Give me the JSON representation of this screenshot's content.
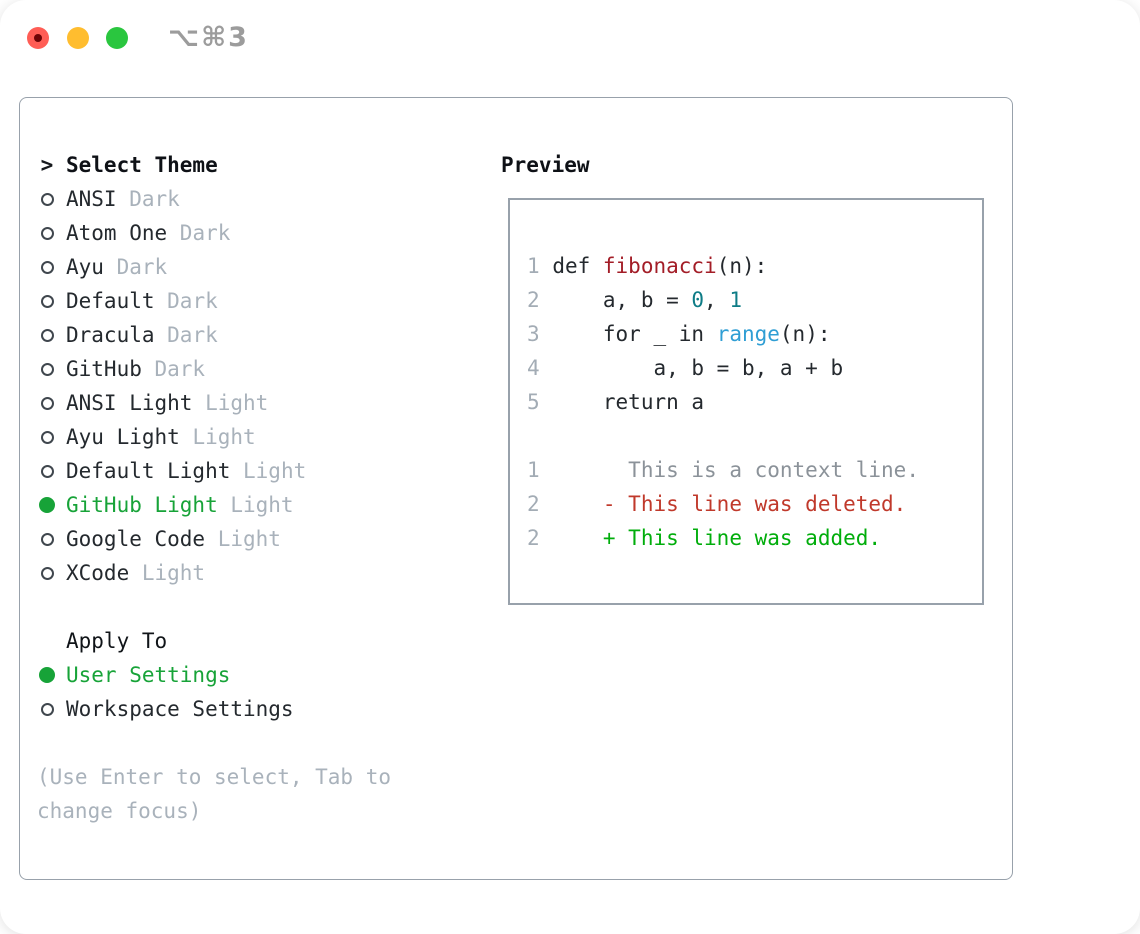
{
  "window": {
    "title": "⌥⌘3",
    "traffic_lights": [
      "close",
      "minimize",
      "zoom"
    ]
  },
  "colors": {
    "accent_green": "#17a338",
    "added_green": "#00ad0b",
    "deleted_red": "#c0392b",
    "function_red": "#a31d27",
    "number_teal": "#0e7c86",
    "builtin_blue": "#2f9ed4",
    "text_dark": "#24292e",
    "muted_gray": "#a9b2bb",
    "context_gray": "#8b9299",
    "line_number_gray": "#a3acb5",
    "border_gray": "#98a1ab",
    "traffic_red": "#ff5d55",
    "traffic_yellow": "#ffbd2f",
    "traffic_green": "#2ac63f"
  },
  "sidebar": {
    "prompt": ">",
    "heading": "Select Theme",
    "themes": [
      {
        "label": "ANSI",
        "variant": "Dark",
        "selected": false
      },
      {
        "label": "Atom One",
        "variant": "Dark",
        "selected": false
      },
      {
        "label": "Ayu",
        "variant": "Dark",
        "selected": false
      },
      {
        "label": "Default",
        "variant": "Dark",
        "selected": false
      },
      {
        "label": "Dracula",
        "variant": "Dark",
        "selected": false
      },
      {
        "label": "GitHub",
        "variant": "Dark",
        "selected": false
      },
      {
        "label": "ANSI Light",
        "variant": "Light",
        "selected": false
      },
      {
        "label": "Ayu Light",
        "variant": "Light",
        "selected": false
      },
      {
        "label": "Default Light",
        "variant": "Light",
        "selected": false
      },
      {
        "label": "GitHub Light",
        "variant": "Light",
        "selected": true
      },
      {
        "label": "Google Code",
        "variant": "Light",
        "selected": false
      },
      {
        "label": "XCode",
        "variant": "Light",
        "selected": false
      }
    ],
    "apply_to": {
      "heading": "Apply To",
      "options": [
        {
          "label": "User Settings",
          "selected": true
        },
        {
          "label": "Workspace Settings",
          "selected": false
        }
      ]
    },
    "hint_lines": [
      "(Use Enter to select, Tab to",
      "change focus)"
    ]
  },
  "preview": {
    "heading": "Preview",
    "code_lines": [
      {
        "number": "1",
        "segments": [
          {
            "text": "def ",
            "color": "code"
          },
          {
            "text": "fibonacci",
            "color": "function"
          },
          {
            "text": "(n):",
            "color": "code"
          }
        ]
      },
      {
        "number": "2",
        "segments": [
          {
            "text": "    a, b = ",
            "color": "code"
          },
          {
            "text": "0",
            "color": "number"
          },
          {
            "text": ", ",
            "color": "code"
          },
          {
            "text": "1",
            "color": "number"
          }
        ]
      },
      {
        "number": "3",
        "segments": [
          {
            "text": "    for _ in ",
            "color": "code"
          },
          {
            "text": "range",
            "color": "builtin"
          },
          {
            "text": "(n):",
            "color": "code"
          }
        ]
      },
      {
        "number": "4",
        "segments": [
          {
            "text": "        a, b = b, a + b",
            "color": "code"
          }
        ]
      },
      {
        "number": "5",
        "segments": [
          {
            "text": "    return a",
            "color": "code"
          }
        ]
      },
      {
        "number": "",
        "segments": []
      },
      {
        "number": "1",
        "segments": [
          {
            "text": "      This is a context line.",
            "color": "context"
          }
        ]
      },
      {
        "number": "2",
        "segments": [
          {
            "text": "    - This line was deleted.",
            "color": "deleted"
          }
        ]
      },
      {
        "number": "2",
        "segments": [
          {
            "text": "    + This line was added.",
            "color": "added"
          }
        ]
      }
    ]
  }
}
